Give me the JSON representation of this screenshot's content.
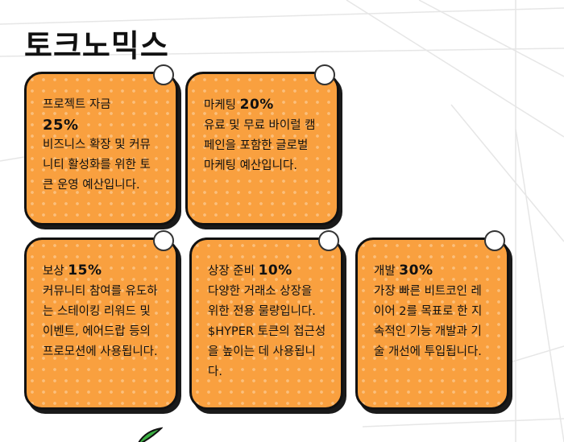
{
  "page": {
    "title": "토크노믹스"
  },
  "colors": {
    "card_fill": "#f9a03f",
    "card_border": "#111111",
    "pin": "#ffffff",
    "leaf": "#3cb043"
  },
  "cards": [
    {
      "label": "프로젝트 자금",
      "percent": "25%",
      "description": "비즈니스 확장 및 커뮤니티 활성화를 위한 토큰 운영 예산입니다."
    },
    {
      "label": "마케팅",
      "percent": "20%",
      "description": "유료 및 무료 바이럴 캠페인을 포함한 글로벌 마케팅 예산입니다."
    },
    {
      "label": "보상",
      "percent": "15%",
      "description": "커뮤니티 참여를 유도하는 스테이킹 리워드 및 이벤트, 에어드랍 등의 프로모션에 사용됩니다."
    },
    {
      "label": "상장 준비",
      "percent": "10%",
      "description": "다양한 거래소 상장을 위한 전용 물량입니다. $HYPER 토큰의 접근성을 높이는 데 사용됩니다."
    },
    {
      "label": "개발",
      "percent": "30%",
      "description": "가장 빠른 비트코인 레이어 2를 목표로 한 지속적인 기능 개발과 기술 개선에 투입됩니다."
    }
  ]
}
